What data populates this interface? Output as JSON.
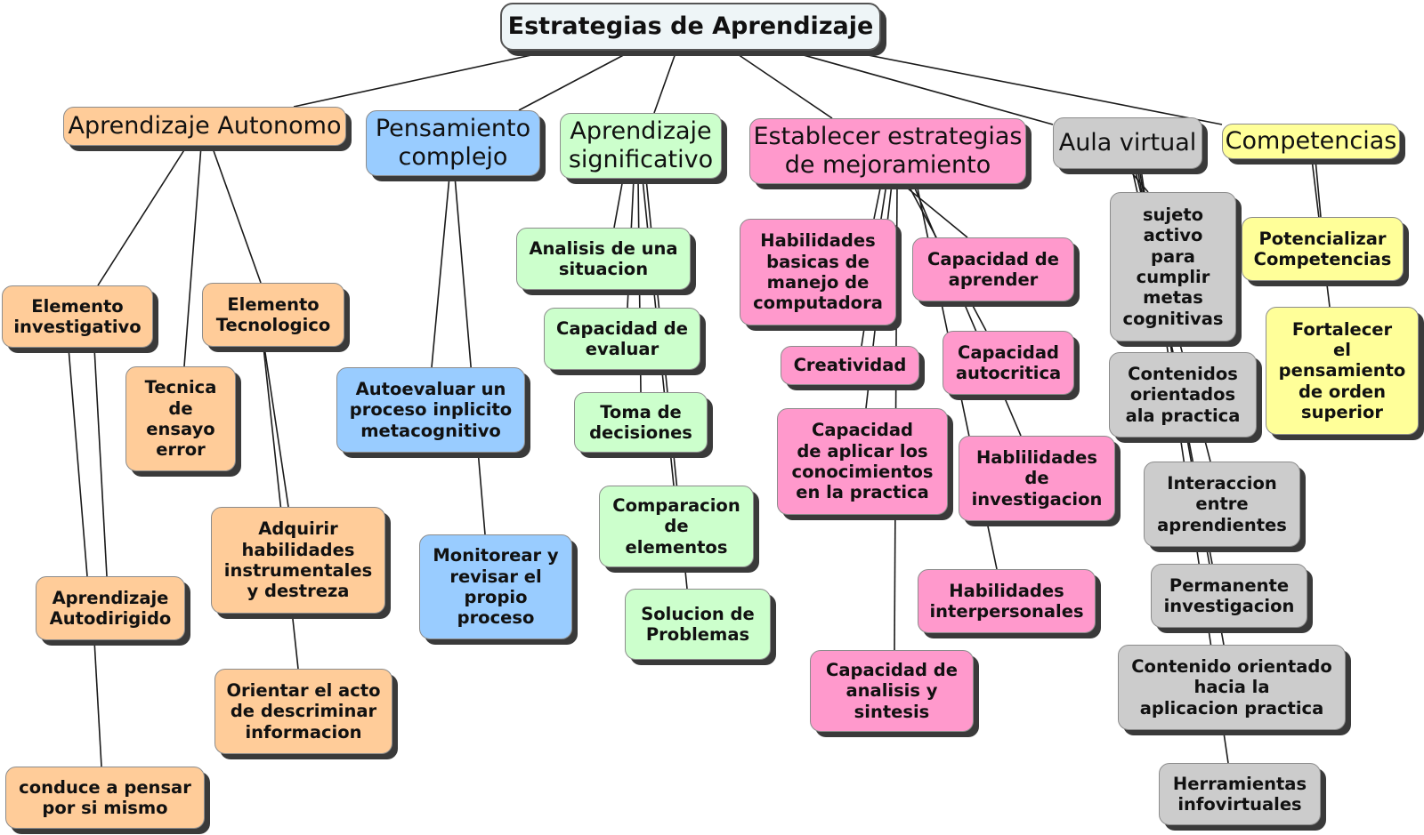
{
  "colors": {
    "root": "#eef5f7",
    "orange": "#ffcc99",
    "blue": "#99ccff",
    "green": "#ccffcc",
    "pink": "#ff99cc",
    "gray": "#cccccc",
    "yellow": "#ffff99",
    "line": "#1a1a1a"
  },
  "root": "Estrategias de Aprendizaje",
  "categories": {
    "autonomo": "Aprendizaje Autonomo",
    "pensamiento": "Pensamiento\ncomplejo",
    "significativo": "Aprendizaje\nsignificativo",
    "establecer": "Establecer estrategias\nde mejoramiento",
    "aula": "Aula virtual",
    "competencias": "Competencias"
  },
  "autonomo": {
    "investigativo": "Elemento\ninvestigativo",
    "tecnica": "Tecnica\nde\nensayo\nerror",
    "tecnologico": "Elemento\nTecnologico",
    "adquirir": "Adquirir\nhabilidades\ninstrumentales\ny destreza",
    "autodirigido": "Aprendizaje\nAutodirigido",
    "orientar": "Orientar el acto\nde descriminar\ninformacion",
    "conduce": "conduce a pensar\npor si mismo"
  },
  "pensamiento": {
    "autoevaluar": "Autoevaluar un\nproceso inplicito\nmetacognitivo",
    "monitorear": "Monitorear y\nrevisar el\npropio\nproceso"
  },
  "significativo": {
    "analisis": "Analisis de una\nsituacion",
    "evaluar": "Capacidad de\nevaluar",
    "toma": "Toma de\ndecisiones",
    "comparacion": "Comparacion\nde\nelementos",
    "solucion": "Solucion de\nProblemas"
  },
  "establecer": {
    "basicas": "Habilidades\nbasicas de\nmanejo de\ncomputadora",
    "aprender": "Capacidad de\naprender",
    "creatividad": "Creatividad",
    "autocritica": "Capacidad\nautocritica",
    "aplicar": "Capacidad\nde aplicar los\nconocimientos\nen la practica",
    "investigacion": "Hablilidades\nde\ninvestigacion",
    "interpersonales": "Habilidades\ninterpersonales",
    "sintesis": "Capacidad de\nanalisis y\nsintesis"
  },
  "aula": {
    "sujeto": "sujeto\nactivo\npara\ncumplir\nmetas\ncognitivas",
    "contenidos": "Contenidos\norientados\nala practica",
    "interaccion": "Interaccion\nentre\naprendientes",
    "permanente": "Permanente\ninvestigacion",
    "contenido_aplicacion": "Contenido orientado\nhacia la\naplicacion practica",
    "herramientas": "Herramientas\ninfovirtuales"
  },
  "competencias": {
    "potencializar": "Potencializar\nCompetencias",
    "fortalecer": "Fortalecer\nel\npensamiento\nde orden\nsuperior"
  }
}
